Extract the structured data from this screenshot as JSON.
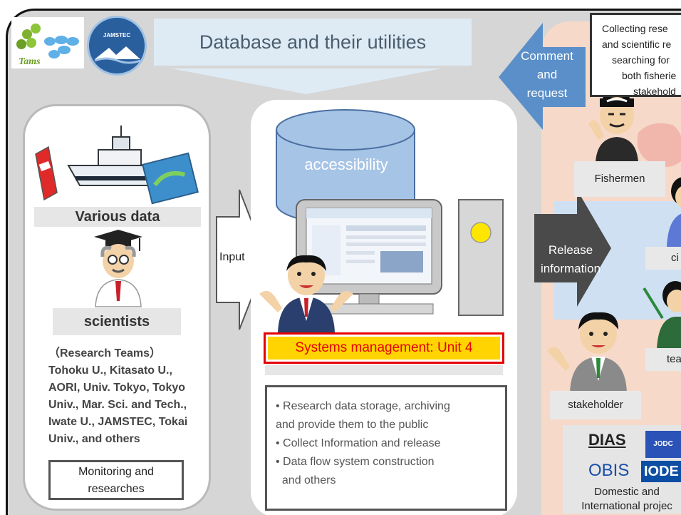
{
  "header": {
    "title": "Database and their utilities",
    "jamstec_logo": "JAMSTEC"
  },
  "left": {
    "various_data": "Various data",
    "scientists": "scientists",
    "research_lines": [
      "（Research Teams）",
      "Tohoku U., Kitasato U.,",
      "AORI, Univ. Tokyo, Tokyo",
      "Univ., Mar. Sci. and Tech.,",
      "Iwate U., JAMSTEC, Tokai",
      "Univ., and others"
    ],
    "monitoring_lines": [
      "Monitoring and",
      "researches"
    ]
  },
  "arrows": {
    "input": "Input",
    "comment_lines": [
      "Comment",
      "and",
      "request"
    ],
    "release_lines": [
      "Release",
      "information"
    ]
  },
  "center": {
    "accessibility": "accessibility",
    "systems_management": "Systems management: Unit 4",
    "bullet_lines": [
      "• Research data storage, archiving",
      "and provide them to the public",
      "• Collect Information and release",
      "• Data flow system construction",
      "  and others"
    ]
  },
  "right": {
    "collecting_lines": [
      "Collecting rese",
      "and scientific re",
      "searching for",
      "both fisherie",
      "stakehold"
    ],
    "fishermen": "Fishermen",
    "citizens": "ci",
    "teachers": "tea",
    "stakeholder": "stakeholder",
    "dias": "DIAS",
    "jodc": "JODC",
    "obis": "OBIS",
    "iode": "IODE",
    "projects_lines": [
      "Domestic and",
      "International projec"
    ]
  },
  "colors": {
    "background": "#d6d6d6",
    "title_box": "#deebf5",
    "arrow_blue": "#5b8fc9",
    "arrow_dark": "#4a4a4a",
    "highlight_red": "#e60000",
    "highlight_yellow": "#ffd400",
    "peach": "#f6d9c9"
  }
}
